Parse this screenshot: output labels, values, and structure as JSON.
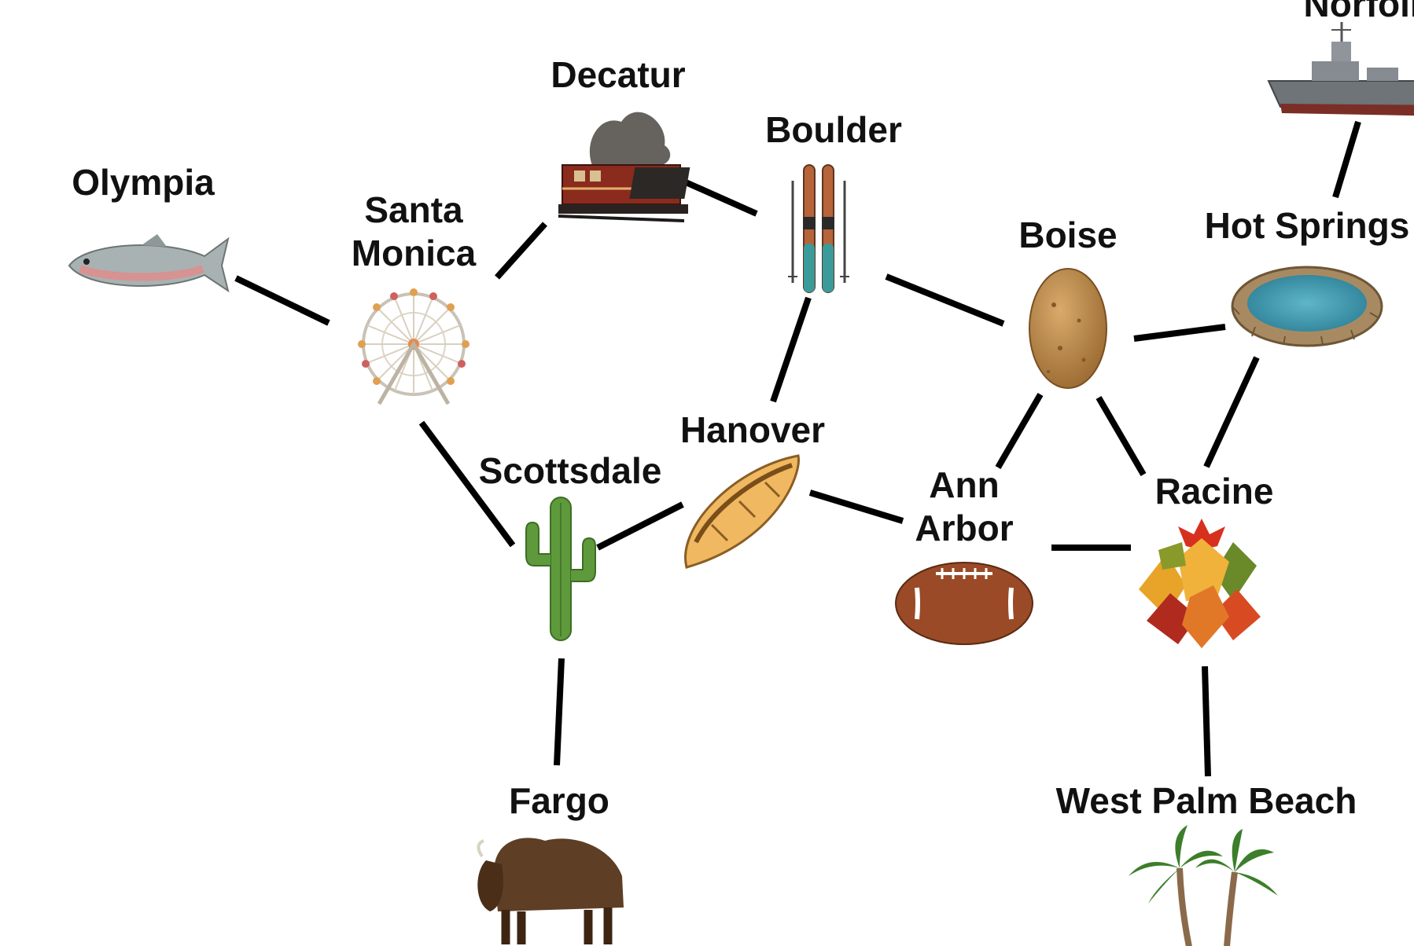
{
  "diagram": {
    "type": "graph",
    "background": "#ffffff",
    "edge_color": "#000000",
    "nodes": [
      {
        "id": "olympia",
        "label": "Olympia",
        "icon": "salmon-fish-icon"
      },
      {
        "id": "santa_monica",
        "label": "Santa Monica",
        "icon": "ferris-wheel-icon"
      },
      {
        "id": "decatur",
        "label": "Decatur",
        "icon": "steam-locomotive-icon"
      },
      {
        "id": "boulder",
        "label": "Boulder",
        "icon": "skis-icon"
      },
      {
        "id": "boise",
        "label": "Boise",
        "icon": "potato-icon"
      },
      {
        "id": "hot_springs",
        "label": "Hot Springs",
        "icon": "hot-spring-pool-icon"
      },
      {
        "id": "norfolk",
        "label": "Norfolk",
        "icon": "warship-icon"
      },
      {
        "id": "scottsdale",
        "label": "Scottsdale",
        "icon": "cactus-icon"
      },
      {
        "id": "hanover",
        "label": "Hanover",
        "icon": "canoe-icon"
      },
      {
        "id": "ann_arbor",
        "label": "Ann Arbor",
        "icon": "football-icon"
      },
      {
        "id": "racine",
        "label": "Racine",
        "icon": "autumn-leaves-icon"
      },
      {
        "id": "fargo",
        "label": "Fargo",
        "icon": "bison-icon"
      },
      {
        "id": "west_palm_beach",
        "label": "West Palm Beach",
        "icon": "palm-trees-icon"
      }
    ],
    "edges": [
      [
        "olympia",
        "santa_monica"
      ],
      [
        "santa_monica",
        "decatur"
      ],
      [
        "decatur",
        "boulder"
      ],
      [
        "boulder",
        "boise"
      ],
      [
        "boulder",
        "hanover"
      ],
      [
        "santa_monica",
        "scottsdale"
      ],
      [
        "scottsdale",
        "hanover"
      ],
      [
        "scottsdale",
        "fargo"
      ],
      [
        "hanover",
        "ann_arbor"
      ],
      [
        "boise",
        "ann_arbor"
      ],
      [
        "boise",
        "racine"
      ],
      [
        "boise",
        "hot_springs"
      ],
      [
        "hot_springs",
        "racine"
      ],
      [
        "hot_springs",
        "norfolk"
      ],
      [
        "ann_arbor",
        "racine"
      ],
      [
        "racine",
        "west_palm_beach"
      ]
    ]
  }
}
